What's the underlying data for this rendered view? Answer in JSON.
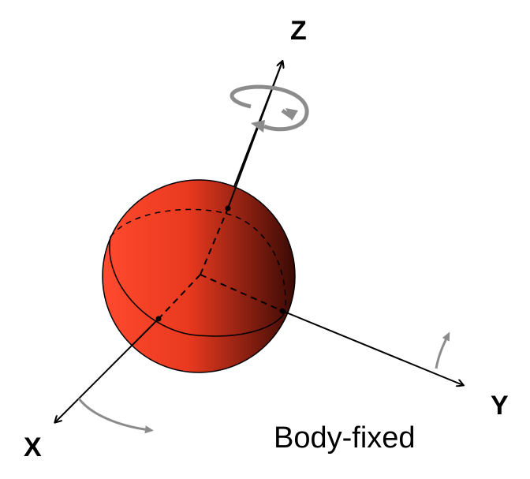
{
  "axes": {
    "x": {
      "label": "X"
    },
    "y": {
      "label": "Y"
    },
    "z": {
      "label": "Z"
    }
  },
  "caption": "Body-fixed",
  "colors": {
    "sphere_light": "#ff4a2e",
    "sphere_mid": "#c8301c",
    "sphere_dark": "#3a0a05",
    "axis": "#000000",
    "rotation_arrow": "#8c8c8c",
    "background": "#ffffff"
  }
}
